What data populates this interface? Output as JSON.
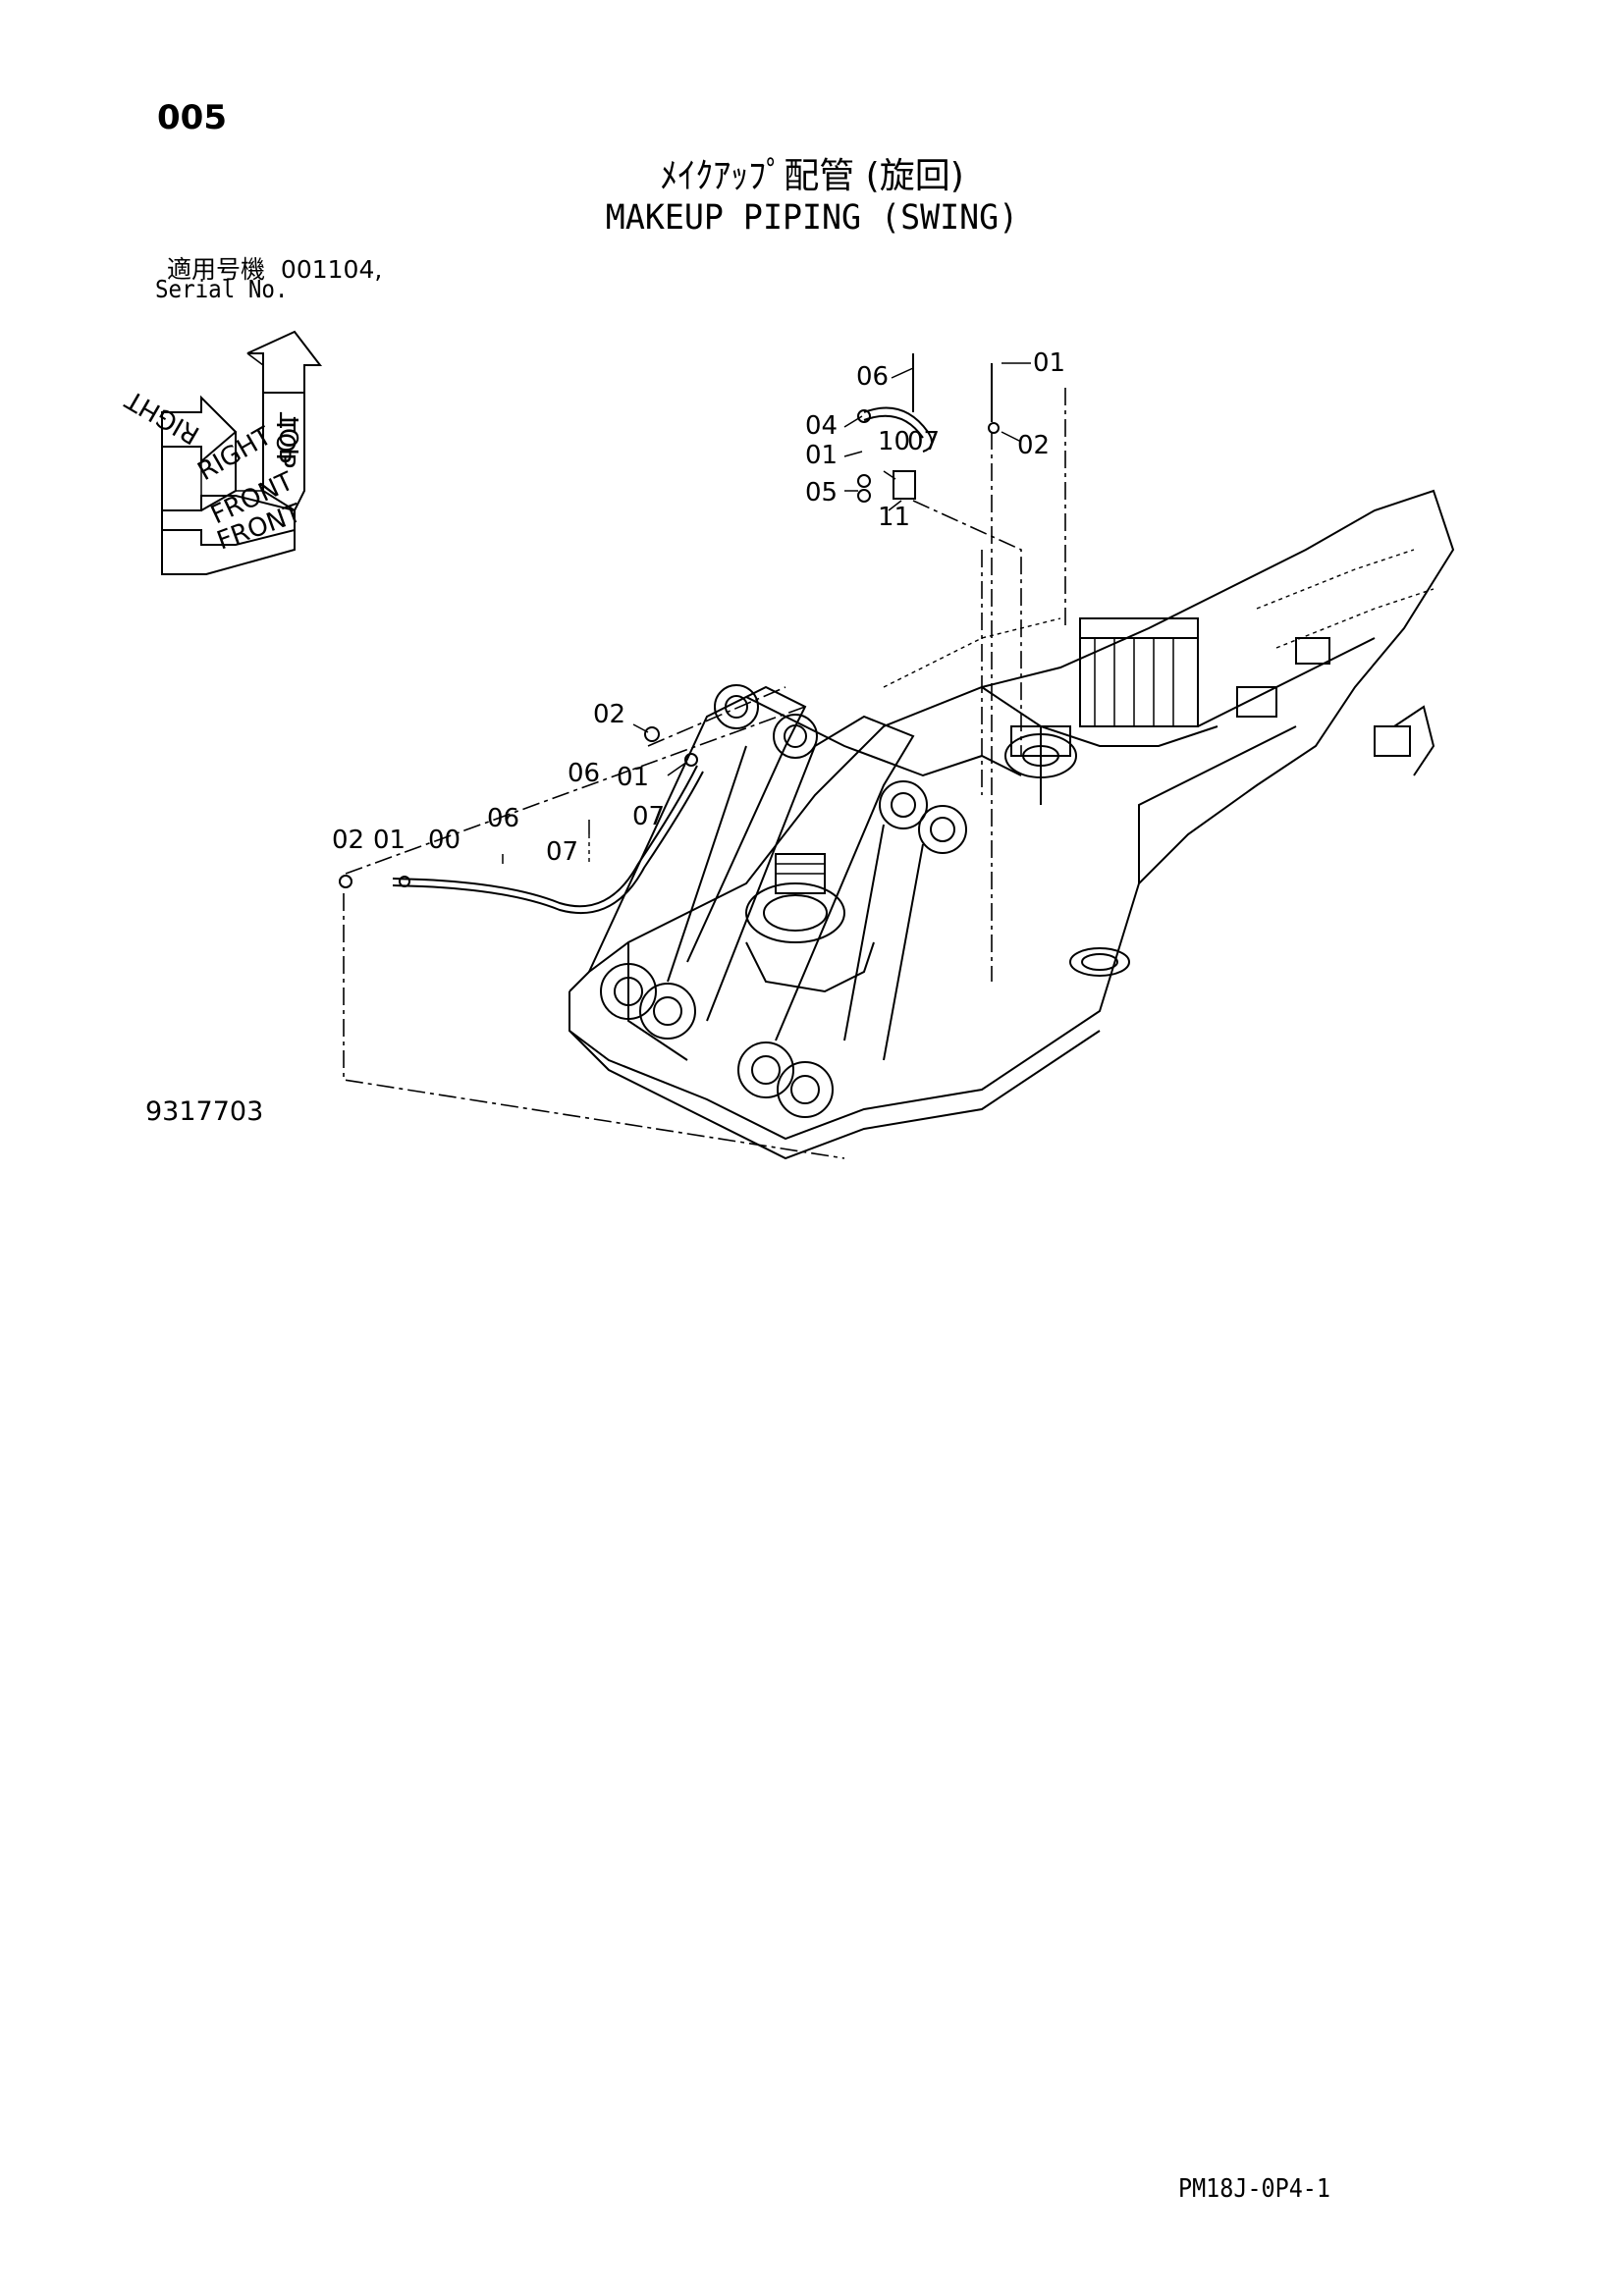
{
  "page_number": "005",
  "title_jp": "ﾒｲｸｱｯﾌﾟ配管 (旋回)",
  "title_en": "MAKEUP PIPING (SWING)",
  "serial_label_jp": "適用号機",
  "serial_value": "001104,",
  "serial_label_en": "Serial No.",
  "figure_number": "9317703",
  "page_code": "PM18J-0P4-1",
  "orientation": {
    "top": "TOP",
    "right": "RIGHT",
    "front": "FRONT",
    "top_mirror": "TOP",
    "right_mirror": "RIGHT",
    "front_mirror": "FRONT"
  },
  "callouts": {
    "c06_top": "06",
    "c01_top": "01",
    "c04_top": "04",
    "c07_top": "07",
    "c02_top": "02",
    "c01_mid": "01",
    "c10_top": "10",
    "c05_top": "05",
    "c11_top": "11",
    "c02_hose": "02",
    "c06_hose": "06",
    "c01_hose": "01",
    "c07_hose": "07",
    "c06_left": "06",
    "c02_left": "02",
    "c01_left": "01",
    "c00_left": "00",
    "c07_left": "07"
  }
}
